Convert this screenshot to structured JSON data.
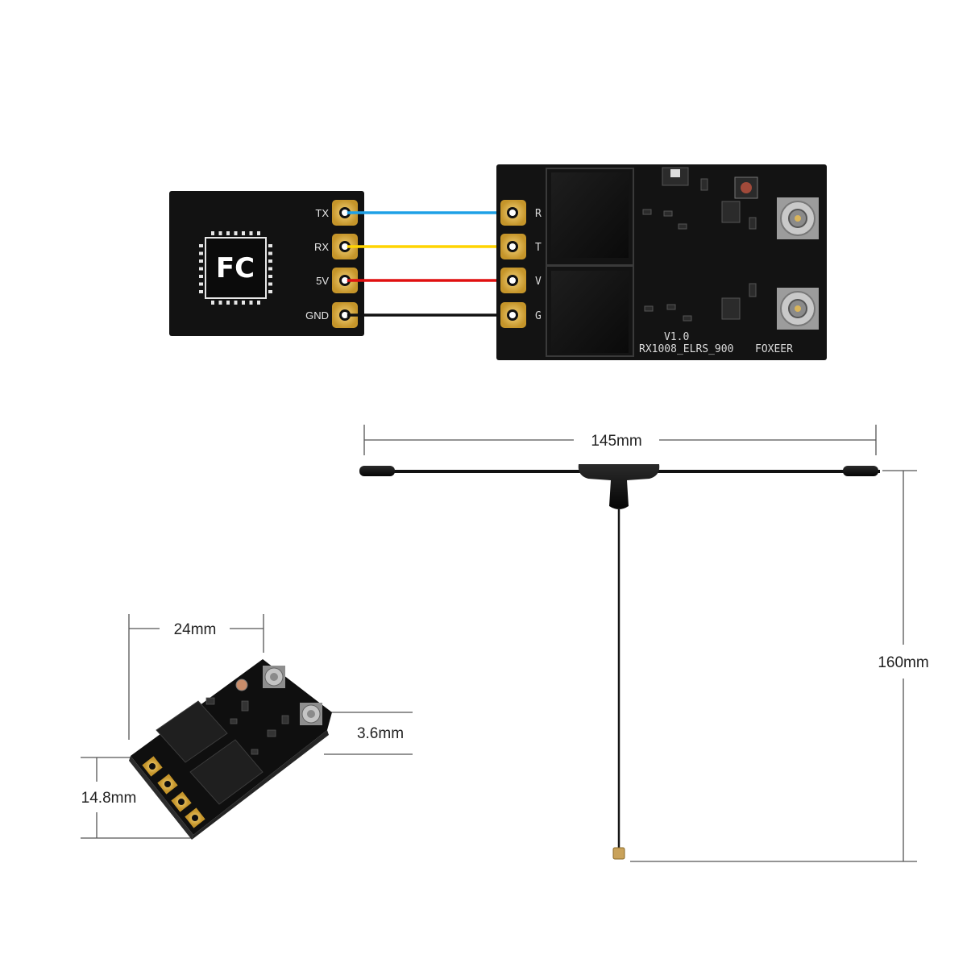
{
  "fc": {
    "label": "FC",
    "pins": [
      "TX",
      "RX",
      "5V",
      "GND"
    ]
  },
  "wires": {
    "colors": [
      "#1ea0e6",
      "#ffd400",
      "#e01010",
      "#111111"
    ]
  },
  "receiver": {
    "pin_marks": [
      "R",
      "T",
      "V",
      "G"
    ],
    "version": "V1.0",
    "model": "RX1008_ELRS_900",
    "brand": "FOXEER"
  },
  "dimensions": {
    "antenna_width": "145mm",
    "antenna_height": "160mm",
    "board_width": "24mm",
    "board_height": "14.8mm",
    "board_thickness": "3.6mm"
  },
  "colors": {
    "pcb": "#141414",
    "gold_pad": "#d4a430",
    "dimension_line": "#333333"
  }
}
